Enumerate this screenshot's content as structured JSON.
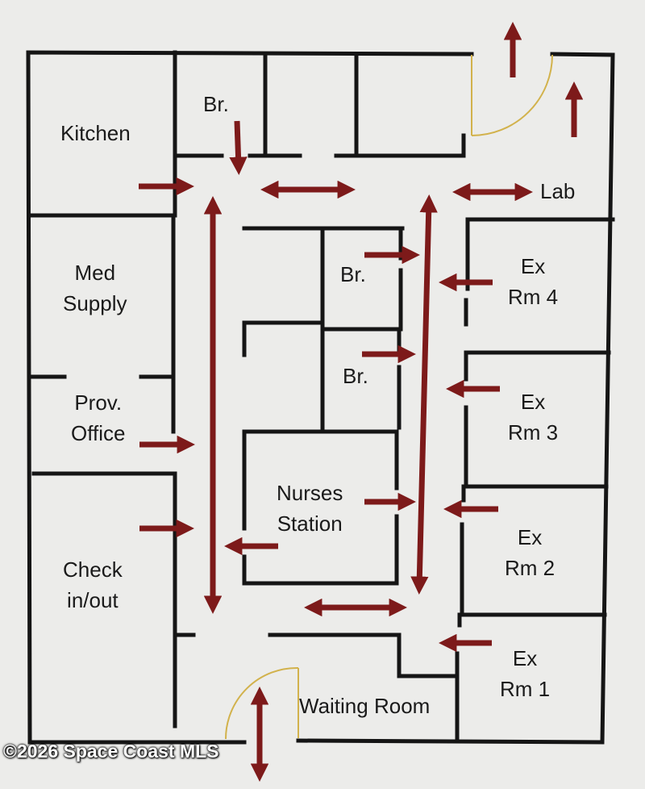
{
  "colors": {
    "wall": "#151515",
    "arrow": "#7d1a1a",
    "door": "#d2b24c",
    "paper": "#ececea"
  },
  "rooms": {
    "kitchen": "Kitchen",
    "break_top": "Br.",
    "lab": "Lab",
    "med_supply": [
      "Med",
      "Supply"
    ],
    "break_1": "Br.",
    "break_2": "Br.",
    "exam_4": [
      "Ex",
      "Rm 4"
    ],
    "prov_office": [
      "Prov.",
      "Office"
    ],
    "exam_3": [
      "Ex",
      "Rm 3"
    ],
    "nurses_station": [
      "Nurses",
      "Station"
    ],
    "exam_2": [
      "Ex",
      "Rm 2"
    ],
    "check_in_out": [
      "Check",
      "in/out"
    ],
    "exam_1": [
      "Ex",
      "Rm 1"
    ],
    "waiting_room": "Waiting Room"
  },
  "watermark": "©2026 Space Coast MLS"
}
